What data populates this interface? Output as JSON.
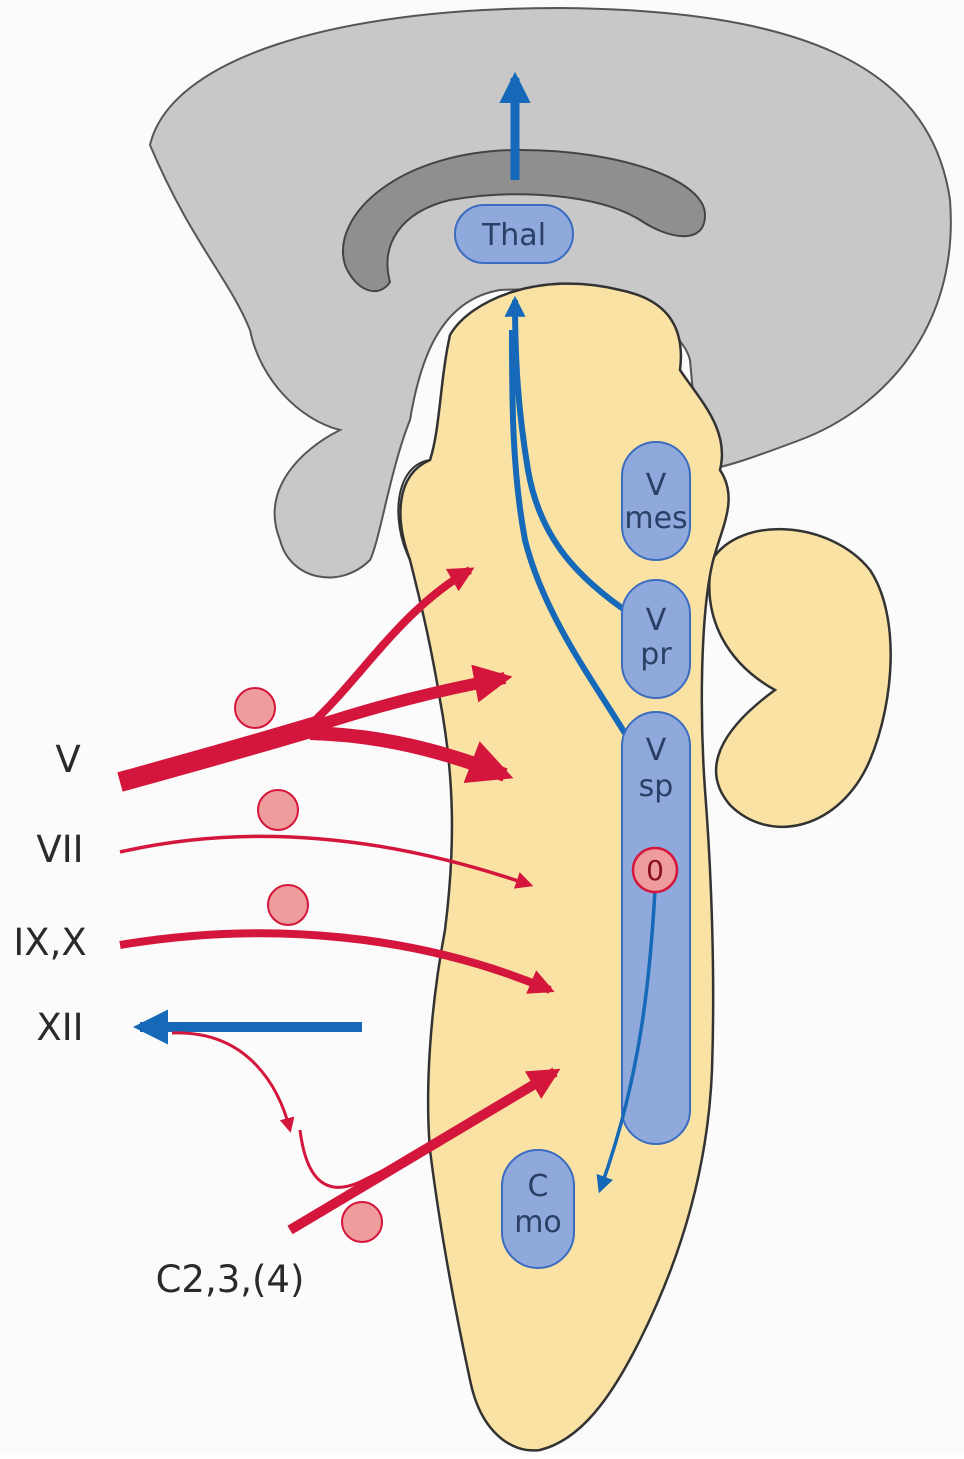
{
  "diagram": {
    "nerve_labels": {
      "v": "V",
      "vii": "VII",
      "ix_x": "IX,X",
      "xii": "XII",
      "c234": "C2,3,(4)"
    },
    "nuclei": {
      "thal": "Thal",
      "v_mes_1": "V",
      "v_mes_2": "mes",
      "v_pr_1": "V",
      "v_pr_2": "pr",
      "v_sp_1": "V",
      "v_sp_2": "sp",
      "c_mo_1": "C",
      "c_mo_2": "mo"
    },
    "marker": "0",
    "colors": {
      "afferent": "#d4163c",
      "ascending": "#1668b8",
      "nucleus_fill": "#8fa9dc",
      "nucleus_stroke": "#3b6cc0",
      "brainstem": "#f9e2a4",
      "cerebrum": "#c8c8c8",
      "ventricle": "#9b9b9b",
      "ganglion": "#ef9c9c"
    }
  }
}
